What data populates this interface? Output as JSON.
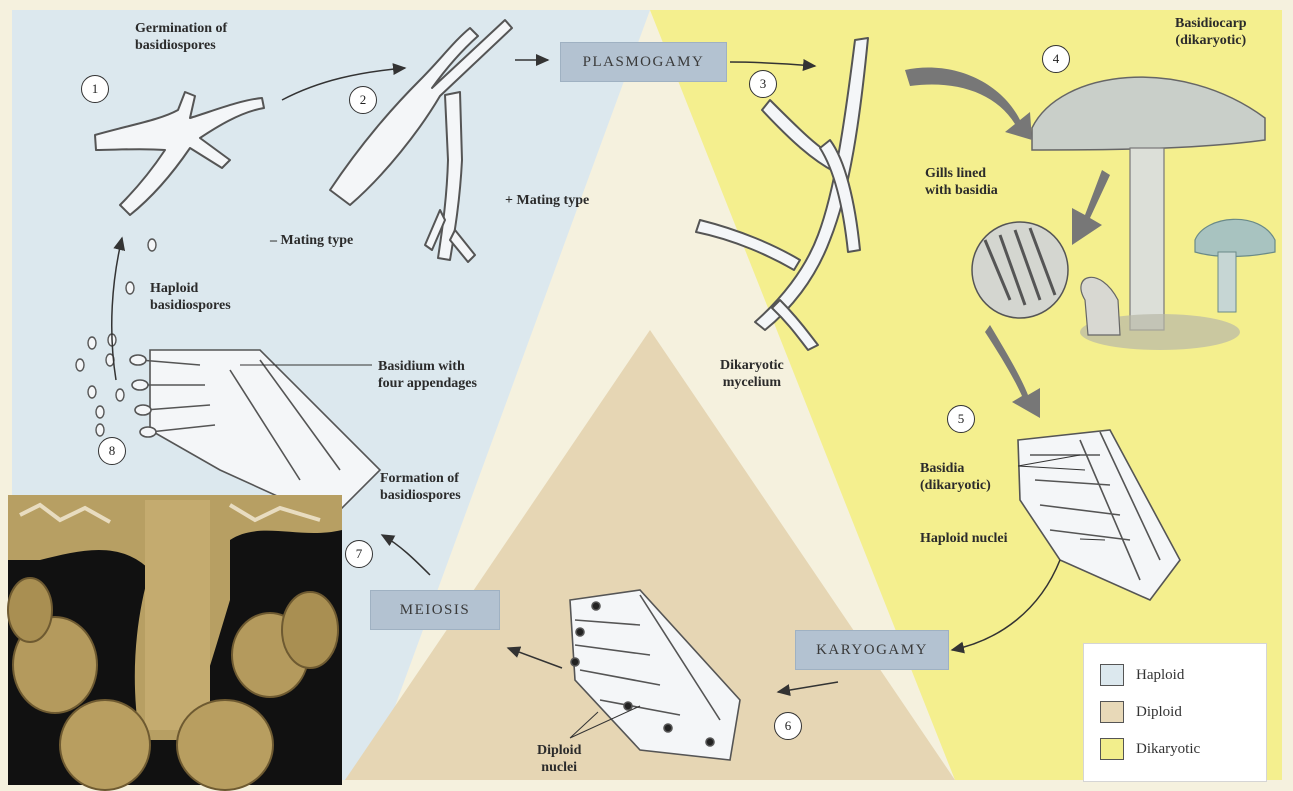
{
  "stages": {
    "plasmogamy": "PLASMOGAMY",
    "karyogamy": "KARYOGAMY",
    "meiosis": "MEIOSIS"
  },
  "steps": [
    "1",
    "2",
    "3",
    "4",
    "5",
    "6",
    "7",
    "8"
  ],
  "labels": {
    "germination": "Germination of\nbasidiospores",
    "minus_mating": "– Mating type",
    "plus_mating": "+ Mating type",
    "haploid_basidiospores": "Haploid\nbasidiospores",
    "basidium_appendages": "Basidium with\nfour appendages",
    "formation_basidiospores": "Formation of\nbasidiospores",
    "dikaryotic_mycelium": "Dikaryotic\nmycelium",
    "basidiocarp": "Basidiocarp\n(dikaryotic)",
    "gills": "Gills lined\nwith basidia",
    "basidia": "Basidia\n(dikaryotic)",
    "haploid_nuclei": "Haploid nuclei",
    "diploid_nuclei": "Diploid\nnuclei"
  },
  "legend": [
    {
      "label": "Haploid",
      "color": "#dce8ee"
    },
    {
      "label": "Diploid",
      "color": "#e8d9b8"
    },
    {
      "label": "Dikaryotic",
      "color": "#f2ee8c"
    }
  ],
  "colors": {
    "haploid": "#dce8ee",
    "diploid": "#e6d6b4",
    "dikaryotic": "#f4ef8e",
    "stage_box": "#b3c2d1"
  }
}
